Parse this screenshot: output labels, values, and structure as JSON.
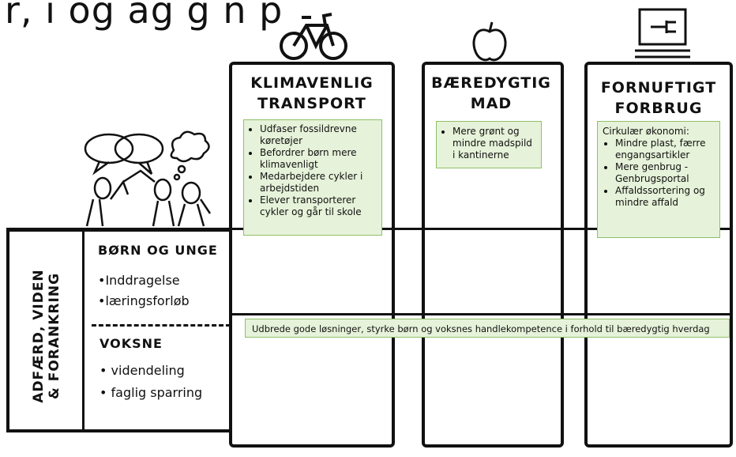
{
  "title_fragment": "r, i og ag g n p",
  "columns": [
    {
      "icon": "bicycle-icon",
      "title_line1": "KLIMAVENLIG",
      "title_line2": "TRANSPORT"
    },
    {
      "icon": "apple-icon",
      "title_line1": "BÆREDYGTIG",
      "title_line2": "MAD"
    },
    {
      "icon": "plug-icon",
      "title_line1": "FORNUFTIGT",
      "title_line2": "FORBRUG"
    }
  ],
  "transport_box": {
    "items": [
      "Udfaser fossildrevne køretøjer",
      "Befordrer børn mere klimavenligt",
      "Medarbejdere cykler i arbejdstiden",
      "Elever transporterer cykler og går til skole"
    ]
  },
  "food_box": {
    "items": [
      "Mere grønt og mindre madspild i kantinerne"
    ]
  },
  "consumption_box": {
    "heading": "Cirkulær økonomi:",
    "items": [
      "Mindre plast, færre engangsartikler",
      "Mere genbrug - Genbrugsportal",
      "Affaldssortering og mindre affald"
    ]
  },
  "side": {
    "vertical_label_line1": "ADFÆRD, VIDEN",
    "vertical_label_line2": "& FORANKRING",
    "group1_title": "BØRN OG UNGE",
    "group1_items": [
      "•Inddragelse",
      "•læringsforløb"
    ],
    "group2_title": "VOKSNE",
    "group2_items": [
      "• videndeling",
      "• faglig sparring"
    ]
  },
  "wide_note": "Udbrede gode løsninger, styrke børn og voksnes handlekompetence i forhold til bæredygtig hverdag",
  "colors": {
    "note_fill": "#e6f2d9",
    "note_border": "#8fc069",
    "ink": "#111111"
  }
}
